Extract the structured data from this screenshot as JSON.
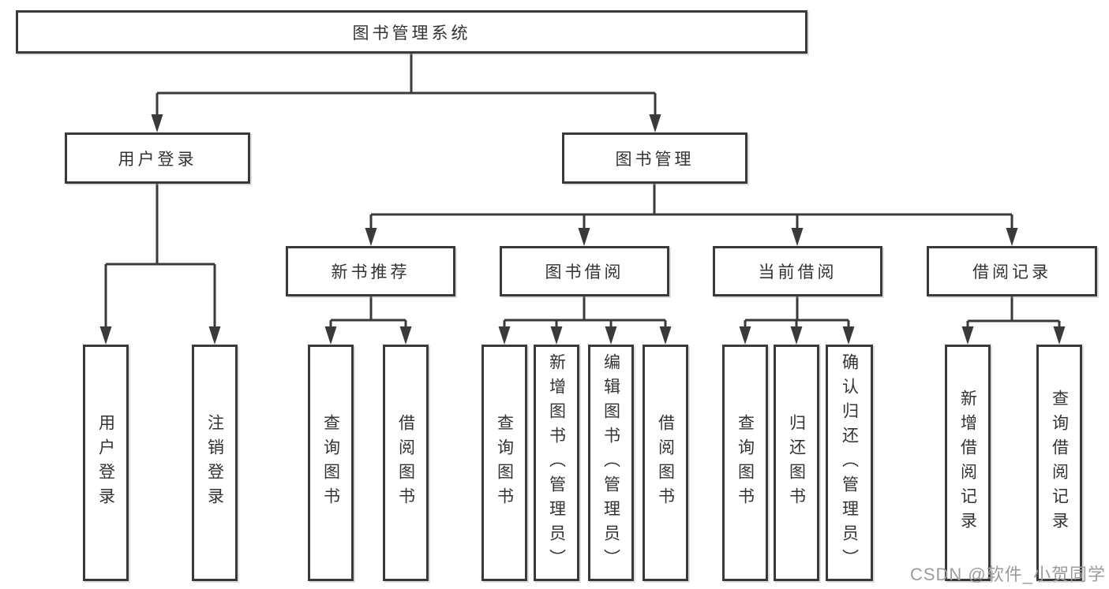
{
  "tree": {
    "root": {
      "label": "图书管理系统"
    },
    "branches": [
      {
        "label": "用户登录",
        "children": [
          {
            "label": "用户登录"
          },
          {
            "label": "注销登录"
          }
        ]
      },
      {
        "label": "图书管理",
        "children": [
          {
            "label": "新书推荐",
            "children": [
              {
                "label": "查询图书"
              },
              {
                "label": "借阅图书"
              }
            ]
          },
          {
            "label": "图书借阅",
            "children": [
              {
                "label": "查询图书"
              },
              {
                "label": "新增图书（管理员）"
              },
              {
                "label": "编辑图书（管理员）"
              },
              {
                "label": "借阅图书"
              }
            ]
          },
          {
            "label": "当前借阅",
            "children": [
              {
                "label": "查询图书"
              },
              {
                "label": "归还图书"
              },
              {
                "label": "确认归还（管理员）"
              }
            ]
          },
          {
            "label": "借阅记录",
            "children": [
              {
                "label": "新增借阅记录"
              },
              {
                "label": "查询借阅记录"
              }
            ]
          }
        ]
      }
    ]
  },
  "watermark": {
    "text": "CSDN @软件_小贺同学"
  },
  "colors": {
    "line": "#3a3a3a",
    "text": "#333333",
    "watermark": "#9c9c9c",
    "background": "#ffffff"
  }
}
